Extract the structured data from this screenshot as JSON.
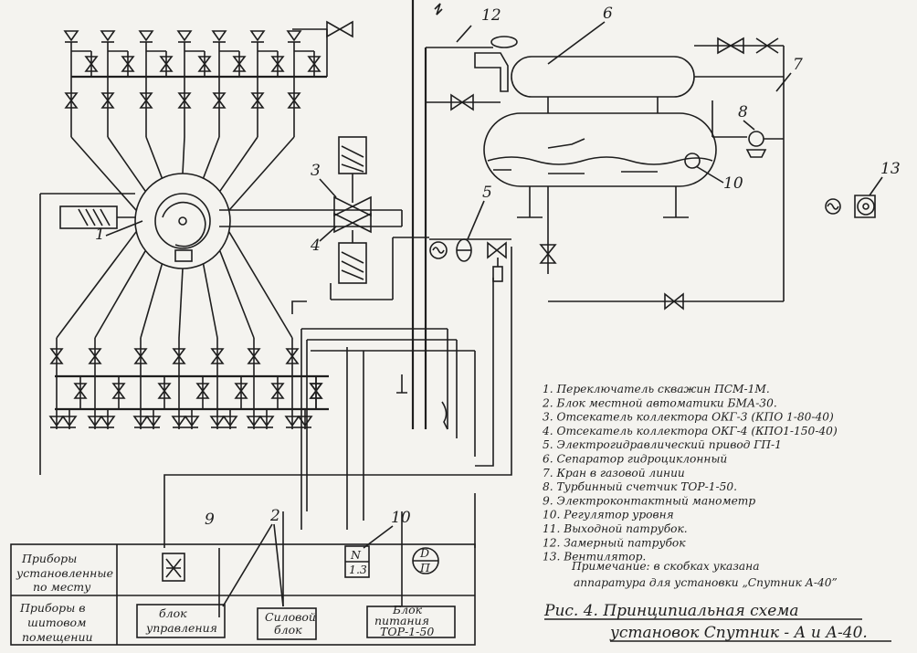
{
  "callouts": {
    "n1": "1",
    "n2": "2",
    "n3": "3",
    "n4": "4",
    "n5": "5",
    "n6": "6",
    "n7": "7",
    "n8": "8",
    "n9": "9",
    "n10": "10",
    "n10b": "10",
    "n12": "12",
    "n13": "13"
  },
  "legend": [
    "1. Переключатель скважин ПСМ-1М.",
    "2. Блок местной автоматики БМА-30.",
    "3. Отсекатель коллектора ОКГ-3 (КПО 1-80-40)",
    "4. Отсекатель коллектора ОКГ-4 (КПО1-150-40)",
    "5. Электрогидравлический привод ГП-1",
    "6. Сепаратор гидроциклонный",
    "7. Кран в газовой линии",
    "8. Турбинный счетчик ТОР-1-50.",
    "9. Электроконтактный манометр",
    "10. Регулятор уровня",
    "11. Выходной патрубок.",
    "12. Замерный патрубок",
    "13. Вентилятор."
  ],
  "note": [
    "Примечание: в скобках указана",
    "аппаратура для установки „Спутник А-40”"
  ],
  "caption": [
    "Рис. 4. Принципиальная схема",
    "установок Спутник - А и А-40."
  ],
  "table": {
    "row1": [
      "Приборы",
      "установленные",
      "по месту"
    ],
    "row2": [
      "Приборы в",
      "шитовом",
      "помещении"
    ]
  },
  "blocks": {
    "control": [
      "блок",
      "управления"
    ],
    "power_supply": [
      "Силовой",
      "блок"
    ],
    "meter_supply": [
      "Блок",
      "питания",
      "ТОР-1-50"
    ]
  },
  "gauges": {
    "level_top": "N",
    "level_bottom": "1.3",
    "d_top": "D",
    "d_bottom": "П"
  }
}
